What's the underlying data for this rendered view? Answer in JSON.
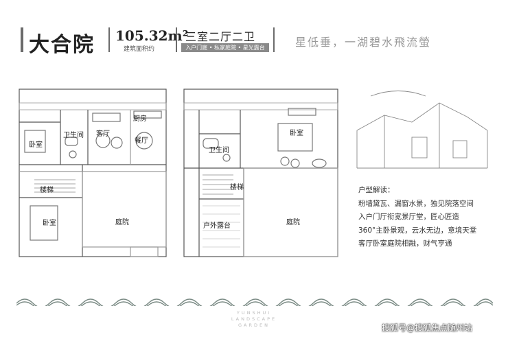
{
  "header": {
    "title": "大合院",
    "area_value": "105.32m²",
    "area_label": "建筑面积约",
    "rooms": "三室二厅二卫",
    "features": "入户门庭 • 私家庭院 • 星光露台",
    "slogan": "星低垂，一湖碧水飛流螢"
  },
  "floor1": {
    "labels": {
      "kitchen": "厨房",
      "living": "客厅",
      "dining": "餐厅",
      "bath": "卫生间",
      "bedroom_a": "卧室",
      "stairs": "楼梯",
      "bedroom_b": "卧室",
      "courtyard": "庭院"
    }
  },
  "floor2": {
    "labels": {
      "bedroom": "卧室",
      "bath": "卫生间",
      "stairs": "楼梯",
      "terrace": "户外露台",
      "courtyard": "庭院"
    }
  },
  "description": {
    "heading": "户型解读：",
    "lines": [
      "粉墙黛瓦、漏窗水景，独见院落空间",
      "入户门厅衔宽景厅堂，匠心匠造",
      "360°主卧景观，云水无边，意境天堂",
      "客厅卧室庭院相融，财气亨通"
    ]
  },
  "footer": {
    "brand_lines": [
      "YUNSHUI",
      "LANDSCAPE",
      "GARDEN"
    ],
    "watermark": "搜狐号@搜狐焦点随州站"
  }
}
